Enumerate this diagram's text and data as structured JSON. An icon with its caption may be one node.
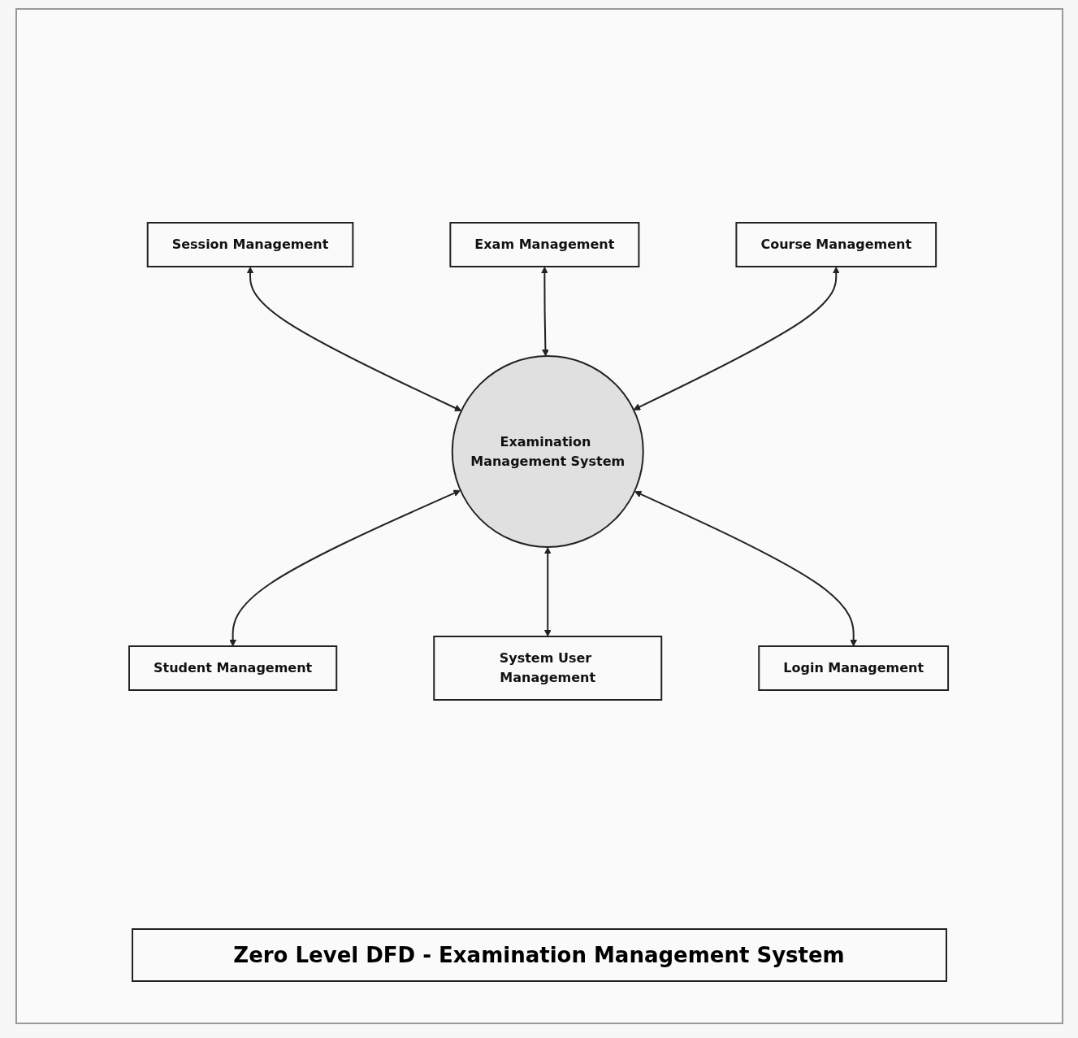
{
  "diagram": {
    "title": "Zero Level DFD - Examination Management System",
    "nodes": [
      {
        "text": [
          "Session Management"
        ]
      },
      {
        "text": [
          "Exam Management"
        ]
      },
      {
        "text": [
          "Course Management"
        ]
      },
      {
        "text": [
          "Examination Management System"
        ]
      },
      {
        "text": [
          "Student Management"
        ]
      },
      {
        "text": [
          "System User Management"
        ]
      },
      {
        "text": [
          "Login Management"
        ]
      }
    ],
    "edges": [
      {
        "from": 0,
        "to": 3,
        "arrow": "both"
      },
      {
        "from": 1,
        "to": 3,
        "arrow": "both"
      },
      {
        "from": 2,
        "to": 3,
        "arrow": "both"
      },
      {
        "from": 3,
        "to": 4,
        "arrow": "both"
      },
      {
        "from": 3,
        "to": 5,
        "arrow": "both"
      },
      {
        "from": 3,
        "to": 6,
        "arrow": "both"
      }
    ]
  }
}
